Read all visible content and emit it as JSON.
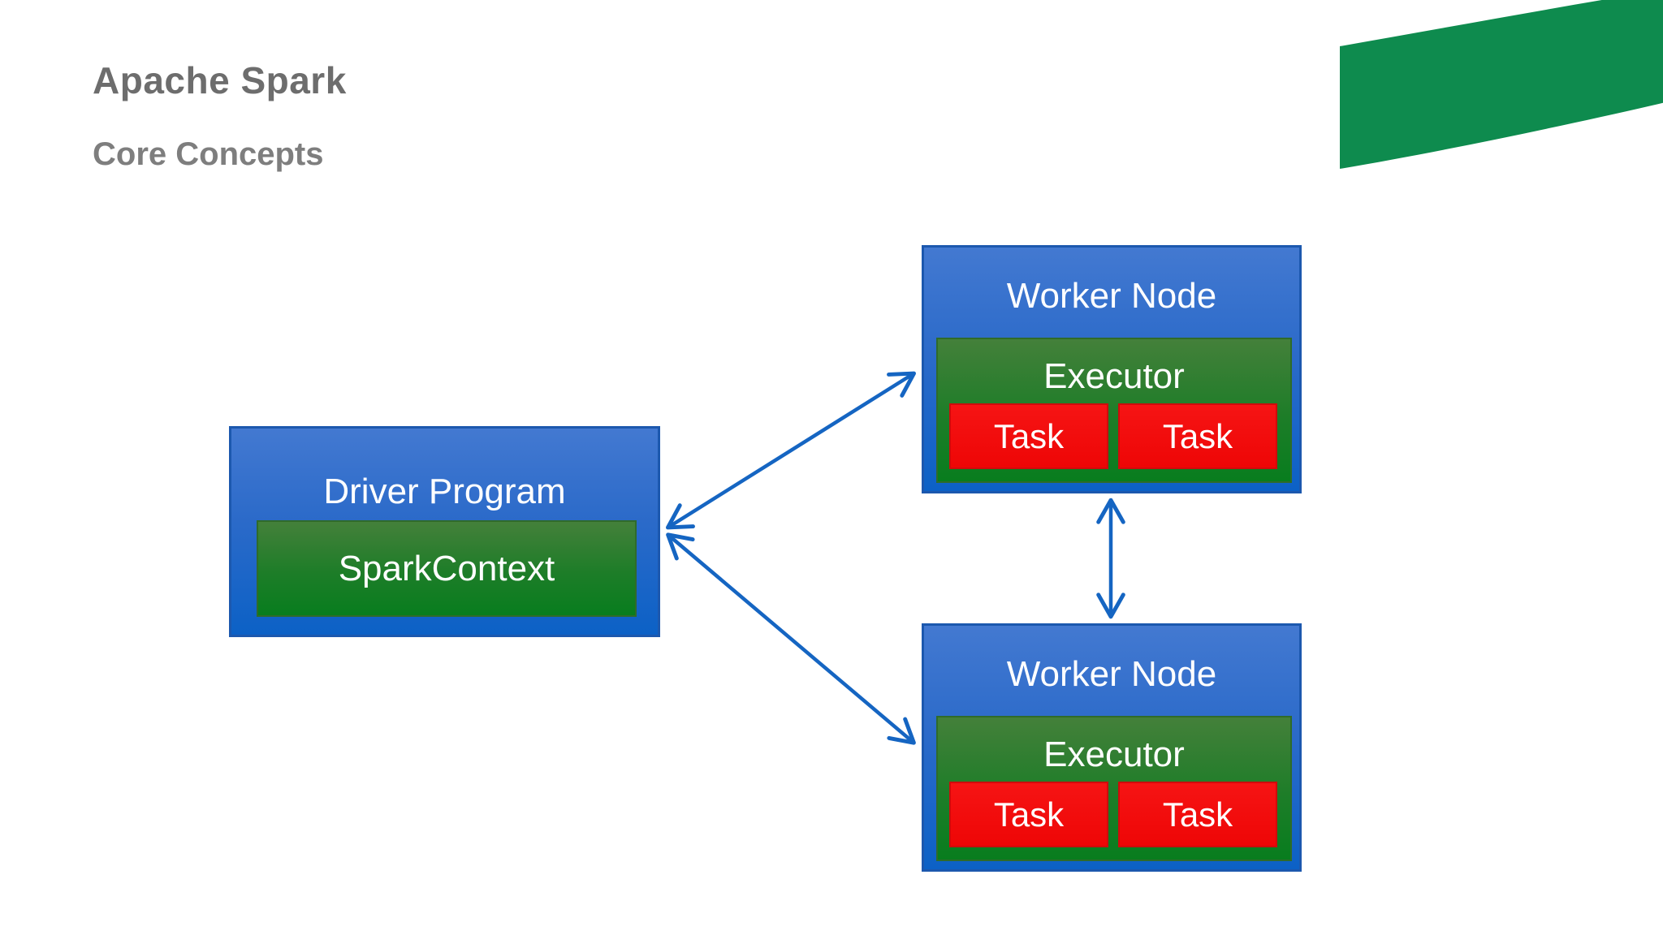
{
  "slide": {
    "title": "Apache Spark",
    "subtitle": "Core Concepts"
  },
  "diagram": {
    "driver": {
      "title": "Driver Program",
      "child": "SparkContext"
    },
    "workers": [
      {
        "title": "Worker Node",
        "executor": {
          "title": "Executor",
          "tasks": [
            "Task",
            "Task"
          ]
        }
      },
      {
        "title": "Worker Node",
        "executor": {
          "title": "Executor",
          "tasks": [
            "Task",
            "Task"
          ]
        }
      }
    ],
    "connections": [
      {
        "from": "driver-program",
        "to": "worker-node-1",
        "style": "double-arrow"
      },
      {
        "from": "driver-program",
        "to": "worker-node-2",
        "style": "double-arrow"
      },
      {
        "from": "worker-node-1",
        "to": "worker-node-2",
        "style": "double-arrow"
      }
    ],
    "colors": {
      "box_blue_top": "#4379d1",
      "box_blue_bottom": "#0c61c6",
      "box_blue_border": "#1c58ae",
      "green_box_top": "#44803a",
      "green_box_bottom": "#087d1e",
      "task_red": "#ee0606",
      "arrow_blue": "#1565c2",
      "ribbon_green": "#0e8b4e",
      "header_gray": "#6d6d6d",
      "text_white": "#ffffff"
    }
  }
}
